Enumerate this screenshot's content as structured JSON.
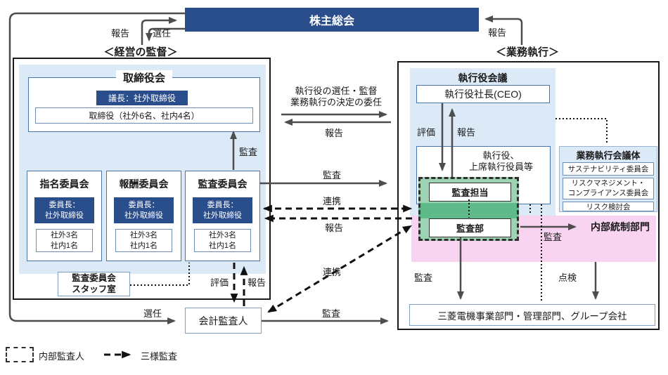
{
  "banner": {
    "title": "株主総会"
  },
  "left": {
    "heading": "＜経営の監督＞",
    "board": {
      "title": "取締役会",
      "chair": "議長：社外取締役",
      "members": "取締役（社外6名、社内4名）"
    },
    "committees": [
      {
        "name": "指名委員会",
        "chair": "委員長：\n社外取締役",
        "members": "社外3名\n社内1名"
      },
      {
        "name": "報酬委員会",
        "chair": "委員長：\n社外取締役",
        "members": "社外3名\n社内1名"
      },
      {
        "name": "監査委員会",
        "chair": "委員長：\n社外取締役",
        "members": "社外3名\n社内1名"
      }
    ],
    "staff_office": "監査委員会\nスタッフ室",
    "accounting_auditor": "会計監査人"
  },
  "right": {
    "heading": "＜業務執行＞",
    "exec_meeting": {
      "title": "執行役会議",
      "ceo": "執行役社長(CEO)",
      "officers": "執行役、\n上席執行役員等"
    },
    "internal_audit": {
      "audit_officer": "監査担当",
      "audit_dept": "監査部"
    },
    "councils": {
      "title": "業務執行会議体",
      "items": [
        "サステナビリティ委員会",
        "リスクマネジメント・\nコンプライアンス委員会",
        "リスク検討会"
      ]
    },
    "internal_control": "内部統制部門",
    "group_box": "三菱電機事業部門・管理部門、グループ会社"
  },
  "labels": {
    "report": "報告",
    "appoint": "選任",
    "audit": "監査",
    "cooperate": "連携",
    "evaluate": "評価",
    "inspect": "点検",
    "delegate": "執行役の選任・監督\n業務執行の決定の委任"
  },
  "legend": {
    "internal_auditor": "内部監査人",
    "three_way_audit": "三様監査"
  },
  "colors": {
    "navy": "#2a4d8c",
    "light_blue": "#dce9f6",
    "pink": "#f9d4f0",
    "green": "#9dd2b2",
    "green_dark": "#5eba8a",
    "arrow_gray": "#4d4d4d",
    "arrow_black": "#111111"
  }
}
